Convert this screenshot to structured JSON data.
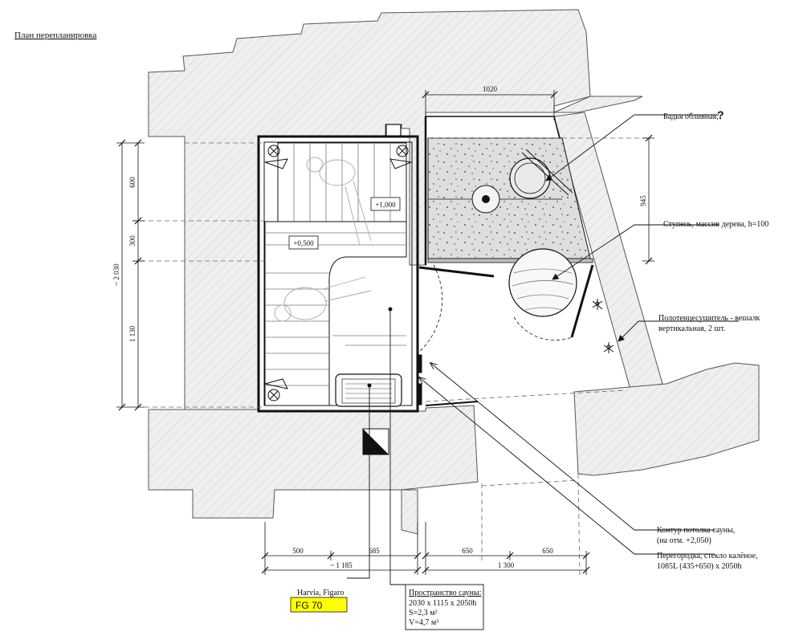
{
  "title": "План перепланировка",
  "callouts": {
    "tub": "Бадья обливная,",
    "tub_mark": "?",
    "step": "Ступень, массив дерева, h=100",
    "towel_1": "Полотенцесушитель - вешалк",
    "towel_2": "вертикальная, 2 шт.",
    "contour_1": "Контур потолка сауны,",
    "contour_2": "(на отм. +2,050)",
    "glass_1": "Перегородка, стекло калёное,",
    "glass_2": "1085L (435+650) x 2050h"
  },
  "levels": {
    "upper": "+1,000",
    "lower": "+0,500"
  },
  "dimensions": {
    "top": "1020",
    "right": "945",
    "left_600": "600",
    "left_300": "300",
    "left_1130": "1 130",
    "left_total": "~ 2 030",
    "bottom_500": "500",
    "bottom_685": "685",
    "bottom_1185": "~ 1 185",
    "bottom_650a": "650",
    "bottom_650b": "650",
    "bottom_1300": "1 300"
  },
  "heater": {
    "brand": "Harvia, Figaro",
    "model": "FG 70",
    "model_color": "#ffff00"
  },
  "sauna_space": {
    "title": "Пространство сауны:",
    "size": "2030 x 1115 x 2050h",
    "area": "S=2,3 м²",
    "volume": "V=4,7 м³"
  },
  "colors": {
    "wall_fill": "#eeeeee",
    "stone_fill": "#e0e0e0",
    "line": "#111111"
  }
}
